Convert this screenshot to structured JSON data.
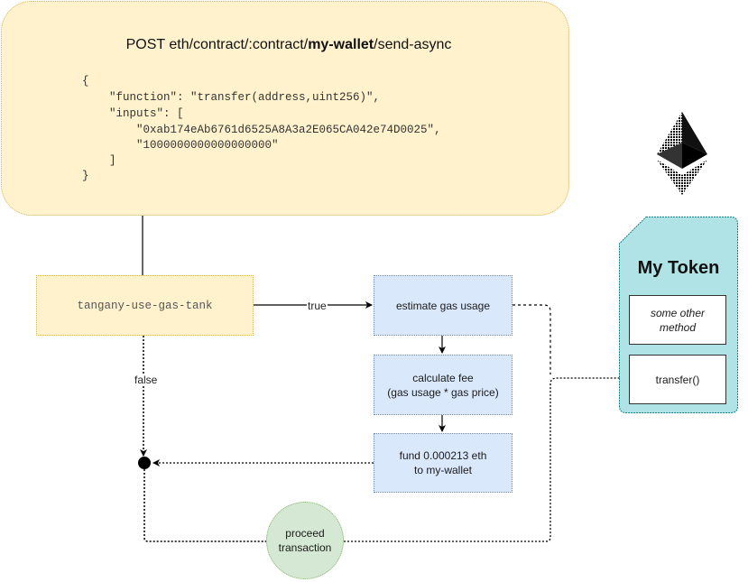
{
  "request": {
    "method": "POST",
    "path_prefix": "eth/contract/:contract/",
    "path_wallet": "my-wallet",
    "path_suffix": "/send-async",
    "body_lines": [
      "{",
      "    \"function\": \"transfer(address,uint256)\",",
      "    \"inputs\": [",
      "        \"0xab174eAb6761d6525A8A3a2E065CA042e74D0025\",",
      "        \"1000000000000000000\"",
      "    ]",
      "}"
    ]
  },
  "decision": {
    "label": "tangany-use-gas-tank"
  },
  "edges": {
    "true_label": "true",
    "false_label": "false"
  },
  "steps": [
    {
      "lines": [
        "estimate gas usage"
      ]
    },
    {
      "lines": [
        "calculate fee",
        "(gas usage * gas price)"
      ]
    },
    {
      "lines": [
        "fund 0.000213 eth",
        "to my-wallet"
      ]
    }
  ],
  "proceed": {
    "lines": [
      "proceed",
      "transaction"
    ]
  },
  "token": {
    "title": "My Token",
    "methods": [
      {
        "lines": [
          "some other",
          "method"
        ]
      },
      {
        "lines": [
          "transfer()"
        ]
      }
    ]
  },
  "icons": {
    "ethereum": "ethereum-logo-icon",
    "merge": "merge-node-icon"
  },
  "colors": {
    "request_fill": "#fff2cc",
    "request_stroke": "#d6b656",
    "step_fill": "#dae8fc",
    "step_stroke": "#6c8ebf",
    "proceed_fill": "#d5e8d4",
    "proceed_stroke": "#82b366",
    "token_fill": "#b0e3e6",
    "token_stroke": "#0e8088"
  }
}
